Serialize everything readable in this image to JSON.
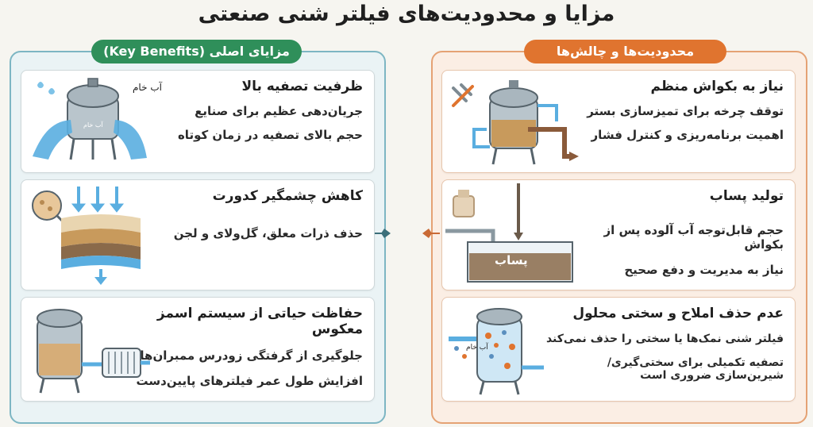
{
  "title": "مزایا و محدودیت‌های فیلتر شنی صنعتی",
  "benefits": {
    "header": "مزایای اصلی (Key Benefits)",
    "cards": [
      {
        "title": "ظرفیت تصفیه بالا",
        "lines": [
          "جریان‌دهی عظیم برای صنایع",
          "حجم بالای تصفیه در زمان کوتاه"
        ],
        "label_out": "آب خام",
        "label_tank": "آب خام"
      },
      {
        "title": "کاهش چشمگیر کدورت",
        "lines": [
          "حذف ذرات معلق، گل‌ولای و لجن"
        ]
      },
      {
        "title": "حفاظت حیاتی از سیستم اسمز معکوس",
        "lines": [
          "جلوگیری از گرفتگی زودرس ممبران‌ها",
          "افزایش طول عمر فیلترهای پایین‌دست"
        ]
      }
    ]
  },
  "limits": {
    "header": "محدودیت‌ها و چالش‌ها",
    "cards": [
      {
        "title": "نیاز به بکواش منظم",
        "lines": [
          "توقف چرخه برای تمیزسازی بستر",
          "اهمیت برنامه‌ریزی و کنترل فشار"
        ]
      },
      {
        "title": "تولید پساب",
        "lines": [
          "حجم قابل‌توجه آب آلوده پس از بکواش",
          "نیاز به مدیریت و دفع صحیح"
        ],
        "label_tank": "پساب"
      },
      {
        "title": "عدم حذف املاح و سختی محلول",
        "lines": [
          "فیلتر شنی نمک‌ها یا سختی را حذف نمی‌کند",
          "تصفیه تکمیلی برای سختی‌گیری/شیرین‌سازی ضروری است"
        ],
        "label_in": "آب خام"
      }
    ]
  },
  "colors": {
    "benefit_accent": "#2f8f5a",
    "limit_accent": "#e0742f",
    "water": "#5aaee0",
    "sand": "#c89a5c"
  }
}
